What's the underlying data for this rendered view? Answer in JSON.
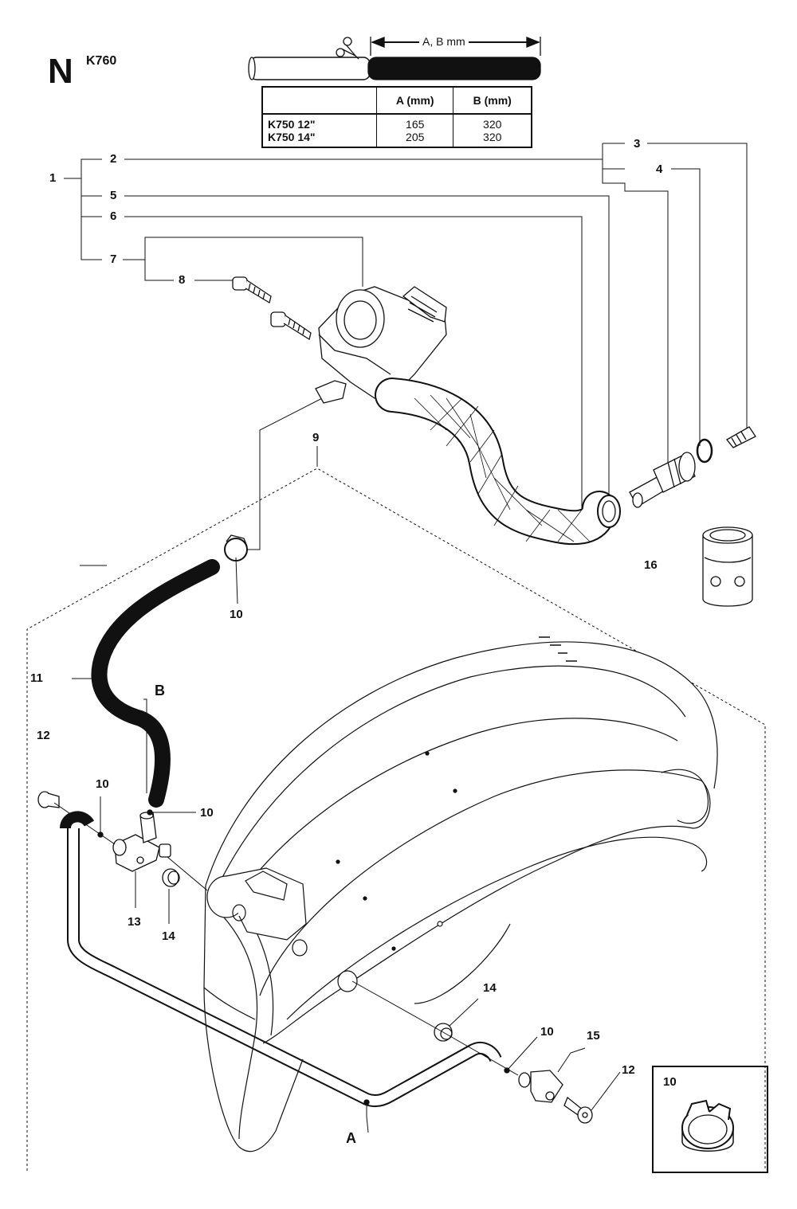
{
  "header": {
    "sheet_letter": "N",
    "model": "K760",
    "dimension_label": "A, B mm"
  },
  "spec_table": {
    "columns": [
      "",
      "A (mm)",
      "B (mm)"
    ],
    "rows": [
      {
        "model": "K750 12\"",
        "a": "165",
        "b": "320"
      },
      {
        "model": "K750 14\"",
        "a": "205",
        "b": "320"
      }
    ]
  },
  "callouts": {
    "c1": "1",
    "c2": "2",
    "c3": "3",
    "c4": "4",
    "c5": "5",
    "c6": "6",
    "c7": "7",
    "c8": "8",
    "c9": "9",
    "c10a": "10",
    "c10b": "10",
    "c10c": "10",
    "c10d": "10",
    "c11": "11",
    "c12a": "12",
    "c12b": "12",
    "c13": "13",
    "c14a": "14",
    "c14b": "14",
    "c15": "15",
    "c16": "16"
  },
  "hose_markers": {
    "a": "A",
    "b": "B"
  },
  "inset": {
    "label": "10"
  }
}
